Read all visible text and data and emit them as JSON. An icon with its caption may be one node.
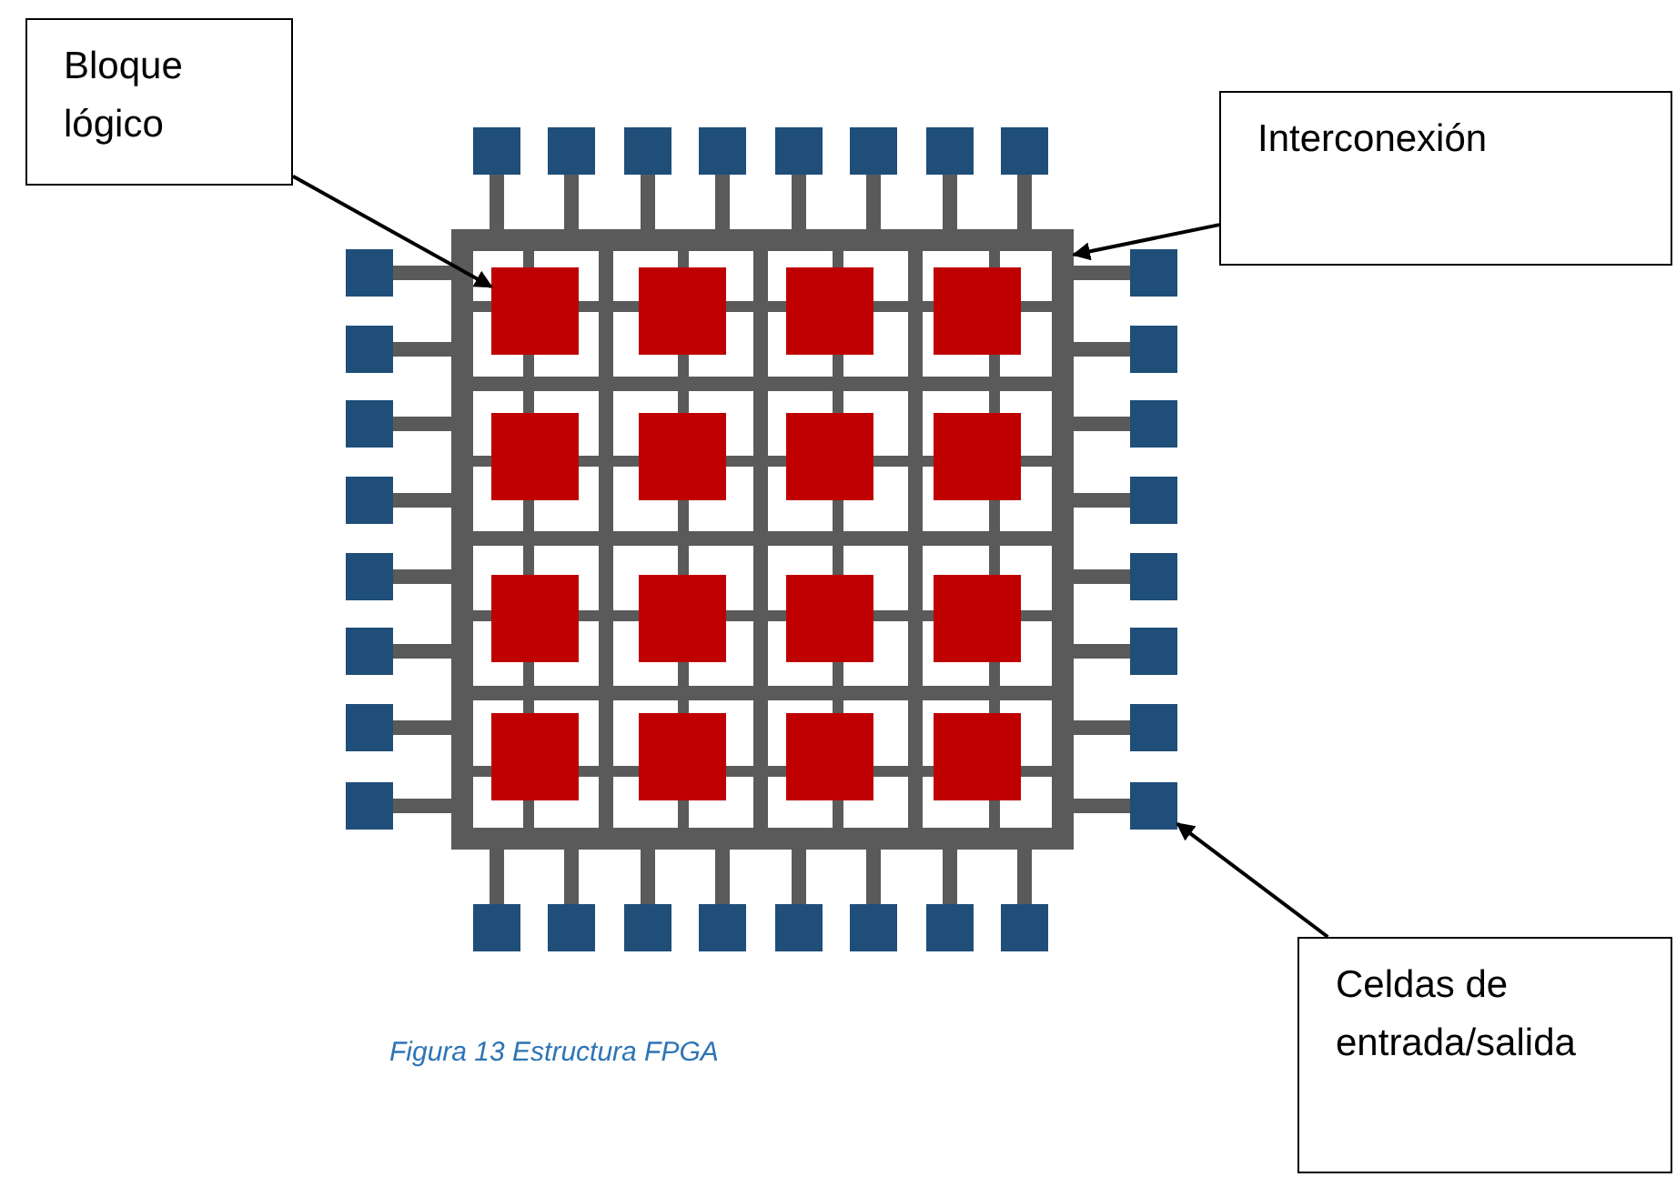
{
  "diagram": {
    "caption": "Figura 13 Estructura FPGA",
    "nodes": [
      {
        "text": [
          "Bloque lógico"
        ]
      },
      {
        "text": [
          "Interconexión"
        ]
      },
      {
        "text": [
          "Celdas de entrada/salida"
        ]
      },
      {
        "text": [],
        "shape": "box",
        "in": 4
      },
      {
        "text": [],
        "shape": "box"
      },
      {
        "text": [],
        "shape": "box"
      }
    ],
    "edges": [
      {
        "from": 0,
        "to": 3,
        "arrow": "to"
      },
      {
        "from": 1,
        "to": 4,
        "arrow": "to"
      },
      {
        "from": 2,
        "to": 5,
        "arrow": "to"
      }
    ]
  }
}
